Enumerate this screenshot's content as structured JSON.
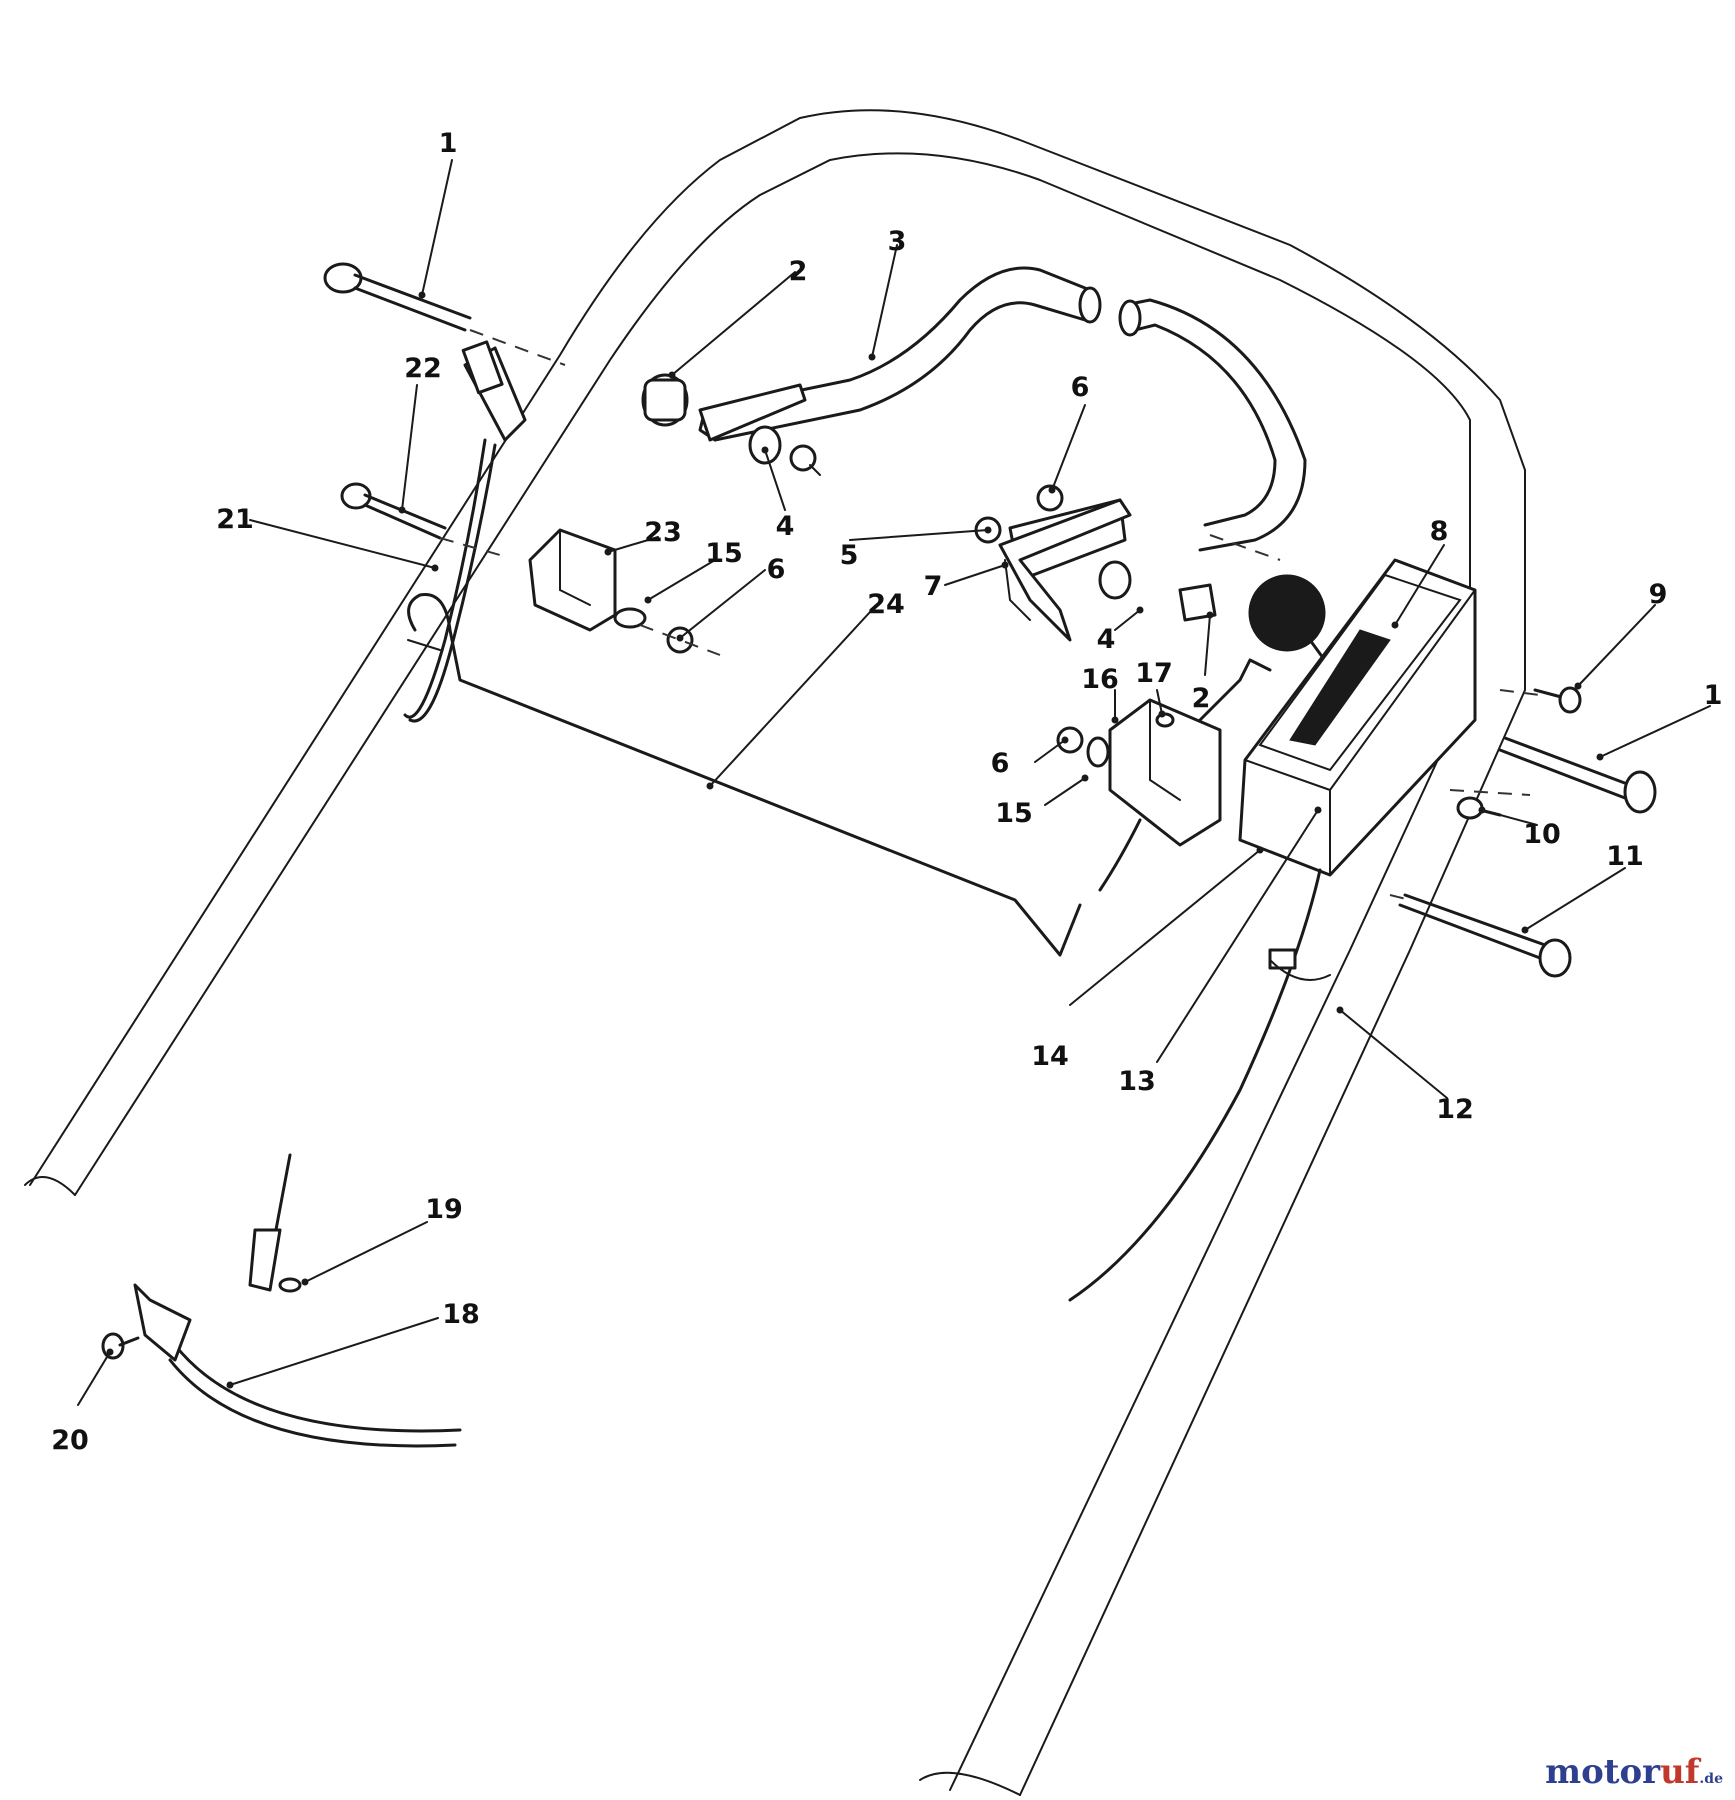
{
  "callouts": [
    "1",
    "2",
    "3",
    "2",
    "22",
    "21",
    "23",
    "15",
    "6",
    "24",
    "4",
    "5",
    "6",
    "7",
    "4",
    "2",
    "8",
    "9",
    "1",
    "16",
    "17",
    "6",
    "15",
    "10",
    "11",
    "14",
    "13",
    "12",
    "19",
    "18",
    "20"
  ],
  "watermark": {
    "part1": "motor",
    "part2": "uf",
    "part3": ".de"
  },
  "colors": {
    "ink": "#1a1a1a",
    "watermark_blue": "#2e3f8f",
    "watermark_red": "#c0392b"
  }
}
